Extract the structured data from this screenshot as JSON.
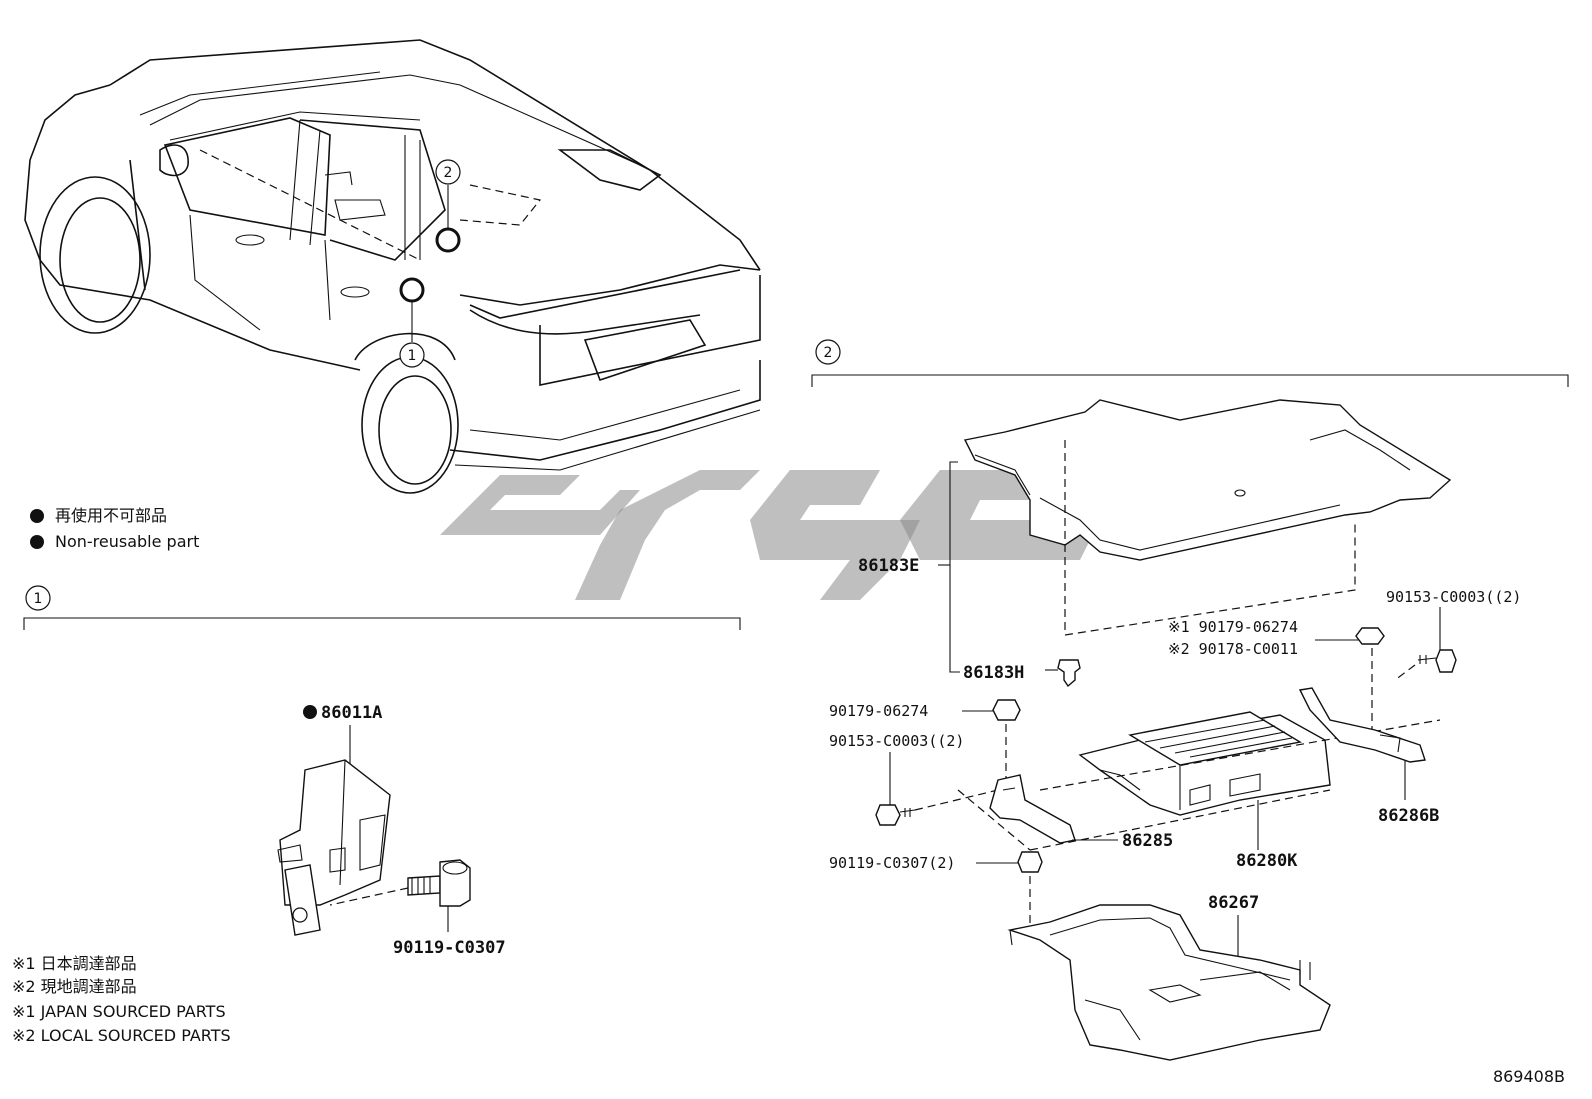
{
  "legend": {
    "non_reusable_jp": "再使用不可部品",
    "non_reusable_en": "Non-reusable part"
  },
  "footnotes": {
    "jp1": "※1 日本調達部品",
    "jp2": "※2 現地調達部品",
    "en1": "※1 JAPAN SOURCED PARTS",
    "en2": "※2 LOCAL SOURCED PARTS"
  },
  "sections": {
    "s1": "1",
    "s2": "2"
  },
  "parts": {
    "p86011A": "86011A",
    "p90119_c0307_left": "90119-C0307",
    "p86183E": "86183E",
    "p86183H": "86183H",
    "p90179_06274_note1": "※1 90179-06274",
    "p90178_c0011_note2": "※2 90178-C0011",
    "p90153_c0003_right": "90153-C0003((2)",
    "p90179_06274": "90179-06274",
    "p90153_c0003_left": "90153-C0003((2)",
    "p86285": "86285",
    "p86280K": "86280K",
    "p86286B": "86286B",
    "p90119_c0307_2": "90119-C0307(2)",
    "p86267": "86267"
  },
  "diagram_id": "869408B",
  "colors": {
    "line": "#111111",
    "watermark": "#8a8a8a",
    "background": "#ffffff"
  }
}
